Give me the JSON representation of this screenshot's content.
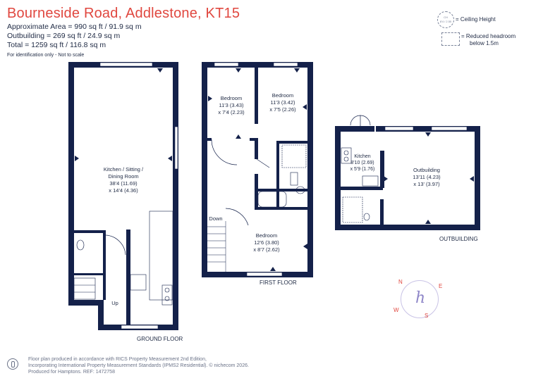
{
  "header": {
    "title": "Bourneside Road, Addlestone, KT15",
    "approx_area": "Approximate Area = 990 sq ft / 91.9 sq m",
    "outbuilding_area": "Outbuilding = 269 sq ft / 24.9 sq m",
    "total_area": "Total = 1259 sq ft / 116.8 sq m",
    "disclaimer": "For identification only - Not to scale"
  },
  "legend": {
    "ceiling_symbol_top": "CH",
    "ceiling_symbol_bottom": "8'4 / 2.55",
    "ceiling_height": "= Ceiling Height",
    "reduced_headroom_1": "= Reduced headroom",
    "reduced_headroom_2": "below 1.5m"
  },
  "rooms": {
    "kitchen_sitting": [
      "Kitchen / Sitting /",
      "Dining Room",
      "38'4 (11.69)",
      "x 14'4 (4.36)"
    ],
    "bedroom1": [
      "Bedroom",
      "11'3 (3.43)",
      "x 7'4 (2.23)"
    ],
    "bedroom2": [
      "Bedroom",
      "11'3 (3.42)",
      "x 7'5 (2.26)"
    ],
    "bedroom3": [
      "Bedroom",
      "12'6 (3.80)",
      "x 8'7 (2.62)"
    ],
    "kitchen_out": [
      "Kitchen",
      "8'10 (2.69)",
      "x 5'9 (1.76)"
    ],
    "outbuilding": [
      "Outbuilding",
      "13'11 (4.23)",
      "x 13' (3.97)"
    ],
    "stairs_up": "Up",
    "stairs_down": "Down"
  },
  "floors": {
    "ground": "GROUND FLOOR",
    "first": "FIRST FLOOR",
    "outbuilding": "OUTBUILDING"
  },
  "compass": {
    "n": "N",
    "e": "E",
    "s": "S",
    "w": "W"
  },
  "footer": {
    "line1": "Floor plan produced in accordance with RICS Property Measurement 2nd Edition,",
    "line2": "Incorporating International Property Measurement Standards (IPMS2 Residential).  © nichecom 2026.",
    "line3": "Produced for Hamptons.   REF:  1472758"
  },
  "colors": {
    "wall": "#14214a",
    "title": "#e0473f",
    "text": "#1f2a44"
  }
}
